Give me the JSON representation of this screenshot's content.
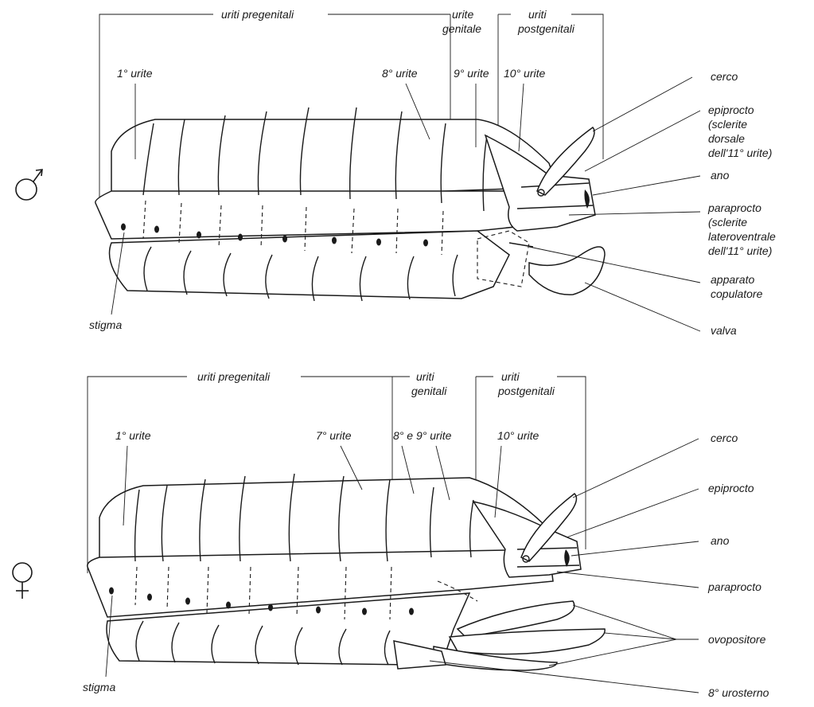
{
  "male": {
    "symbol": "♂",
    "groups": {
      "pregenital": "uriti pregenitali",
      "genital": [
        "urite",
        "genitale"
      ],
      "postgenital": [
        "uriti",
        "postgenitali"
      ]
    },
    "segment_labels": {
      "first": "1° urite",
      "eighth": "8° urite",
      "ninth": "9° urite",
      "tenth": "10° urite"
    },
    "callouts": {
      "cerco": "cerco",
      "epiprocto": [
        "epiprocto",
        "(sclerite",
        "dorsale",
        "dell'11° urite)"
      ],
      "ano": "ano",
      "paraprocto": [
        "paraprocto",
        "(sclerite",
        "lateroventrale",
        "dell'11° urite)"
      ],
      "apparato": [
        "apparato",
        "copulatore"
      ],
      "valva": "valva",
      "stigma": "stigma"
    }
  },
  "female": {
    "symbol": "♀",
    "groups": {
      "pregenital": "uriti pregenitali",
      "genital": [
        "uriti",
        "genitali"
      ],
      "postgenital": [
        "uriti",
        "postgenitali"
      ]
    },
    "segment_labels": {
      "first": "1° urite",
      "seventh": "7° urite",
      "eighth_ninth": "8° e 9° urite",
      "tenth": "10° urite"
    },
    "callouts": {
      "cerco": "cerco",
      "epiprocto": "epiprocto",
      "ano": "ano",
      "paraprocto": "paraprocto",
      "ovopositore": "ovopositore",
      "urosterno": "8° urosterno",
      "stigma": "stigma"
    }
  }
}
